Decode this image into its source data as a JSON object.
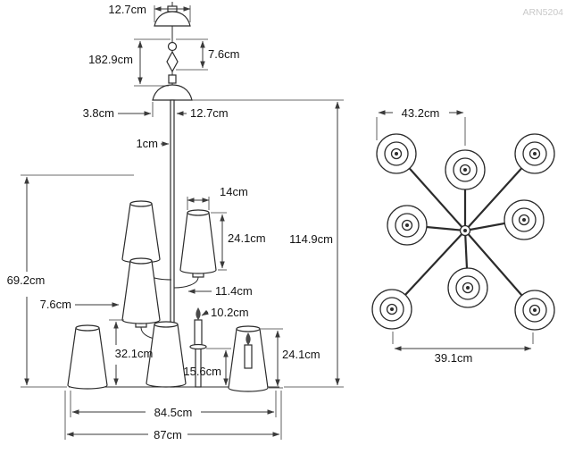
{
  "watermark": "ARN5204",
  "side_view": {
    "canopy_width": "12.7cm",
    "suspension_length": "182.9cm",
    "canopy_height": "7.6cm",
    "stem_offset": "3.8cm",
    "backplate_width": "12.7cm",
    "stem_width": "1cm",
    "shade_top_width": "14cm",
    "upper_shade_height": "24.1cm",
    "overall_height": "114.9cm",
    "body_height": "69.2cm",
    "arm_offset": "7.6cm",
    "shade_spacing": "11.4cm",
    "candle_height": "10.2cm",
    "lower_section_height": "32.1cm",
    "arm_drop": "15.6cm",
    "lower_shade_height": "24.1cm",
    "arm_span": "84.5cm",
    "overall_width": "87cm"
  },
  "top_view": {
    "upper_spacing": "43.2cm",
    "lower_spacing": "39.1cm"
  }
}
